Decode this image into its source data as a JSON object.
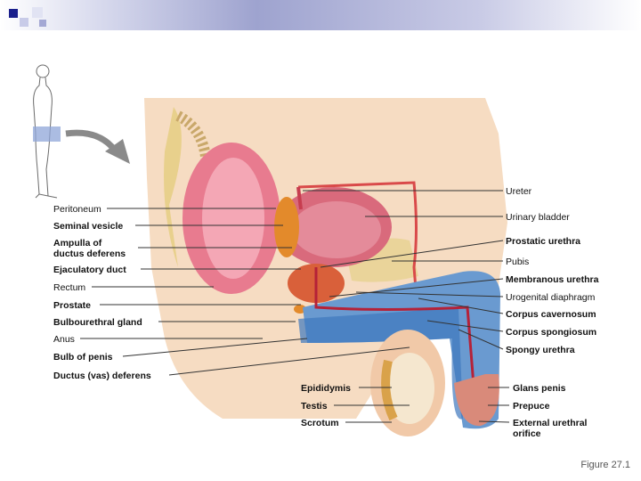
{
  "figure": {
    "caption": "Figure 27.1",
    "labels_left": [
      {
        "key": "peritoneum",
        "text": "Peritoneum",
        "bold": false
      },
      {
        "key": "seminal_vesicle",
        "text": "Seminal vesicle",
        "bold": true
      },
      {
        "key": "ampulla",
        "text": "Ampulla of\nductus deferens",
        "bold": true
      },
      {
        "key": "ejaculatory_duct",
        "text": "Ejaculatory duct",
        "bold": true
      },
      {
        "key": "rectum",
        "text": "Rectum",
        "bold": false
      },
      {
        "key": "prostate",
        "text": "Prostate",
        "bold": true
      },
      {
        "key": "bulbourethral_gland",
        "text": "Bulbourethral gland",
        "bold": true
      },
      {
        "key": "anus",
        "text": "Anus",
        "bold": false
      },
      {
        "key": "bulb_of_penis",
        "text": "Bulb of penis",
        "bold": true
      },
      {
        "key": "ductus_deferens",
        "text": "Ductus (vas) deferens",
        "bold": true
      }
    ],
    "labels_bottom": [
      {
        "key": "epididymis",
        "text": "Epididymis",
        "bold": true
      },
      {
        "key": "testis",
        "text": "Testis",
        "bold": true
      },
      {
        "key": "scrotum",
        "text": "Scrotum",
        "bold": true
      }
    ],
    "labels_right": [
      {
        "key": "ureter",
        "text": "Ureter",
        "bold": false
      },
      {
        "key": "urinary_bladder",
        "text": "Urinary bladder",
        "bold": false
      },
      {
        "key": "prostatic_urethra",
        "text": "Prostatic urethra",
        "bold": true
      },
      {
        "key": "pubis",
        "text": "Pubis",
        "bold": false
      },
      {
        "key": "membranous_urethra",
        "text": "Membranous urethra",
        "bold": true
      },
      {
        "key": "urogenital_diaphragm",
        "text": "Urogenital diaphragm",
        "bold": false
      },
      {
        "key": "corpus_cavernosum",
        "text": "Corpus cavernosum",
        "bold": true
      },
      {
        "key": "corpus_spongiosum",
        "text": "Corpus spongiosum",
        "bold": true
      },
      {
        "key": "spongy_urethra",
        "text": "Spongy urethra",
        "bold": true
      },
      {
        "key": "glans_penis",
        "text": "Glans penis",
        "bold": true
      },
      {
        "key": "prepuce",
        "text": "Prepuce",
        "bold": true
      },
      {
        "key": "external_urethral_orifice",
        "text": "External urethral\norifice",
        "bold": true
      }
    ]
  }
}
